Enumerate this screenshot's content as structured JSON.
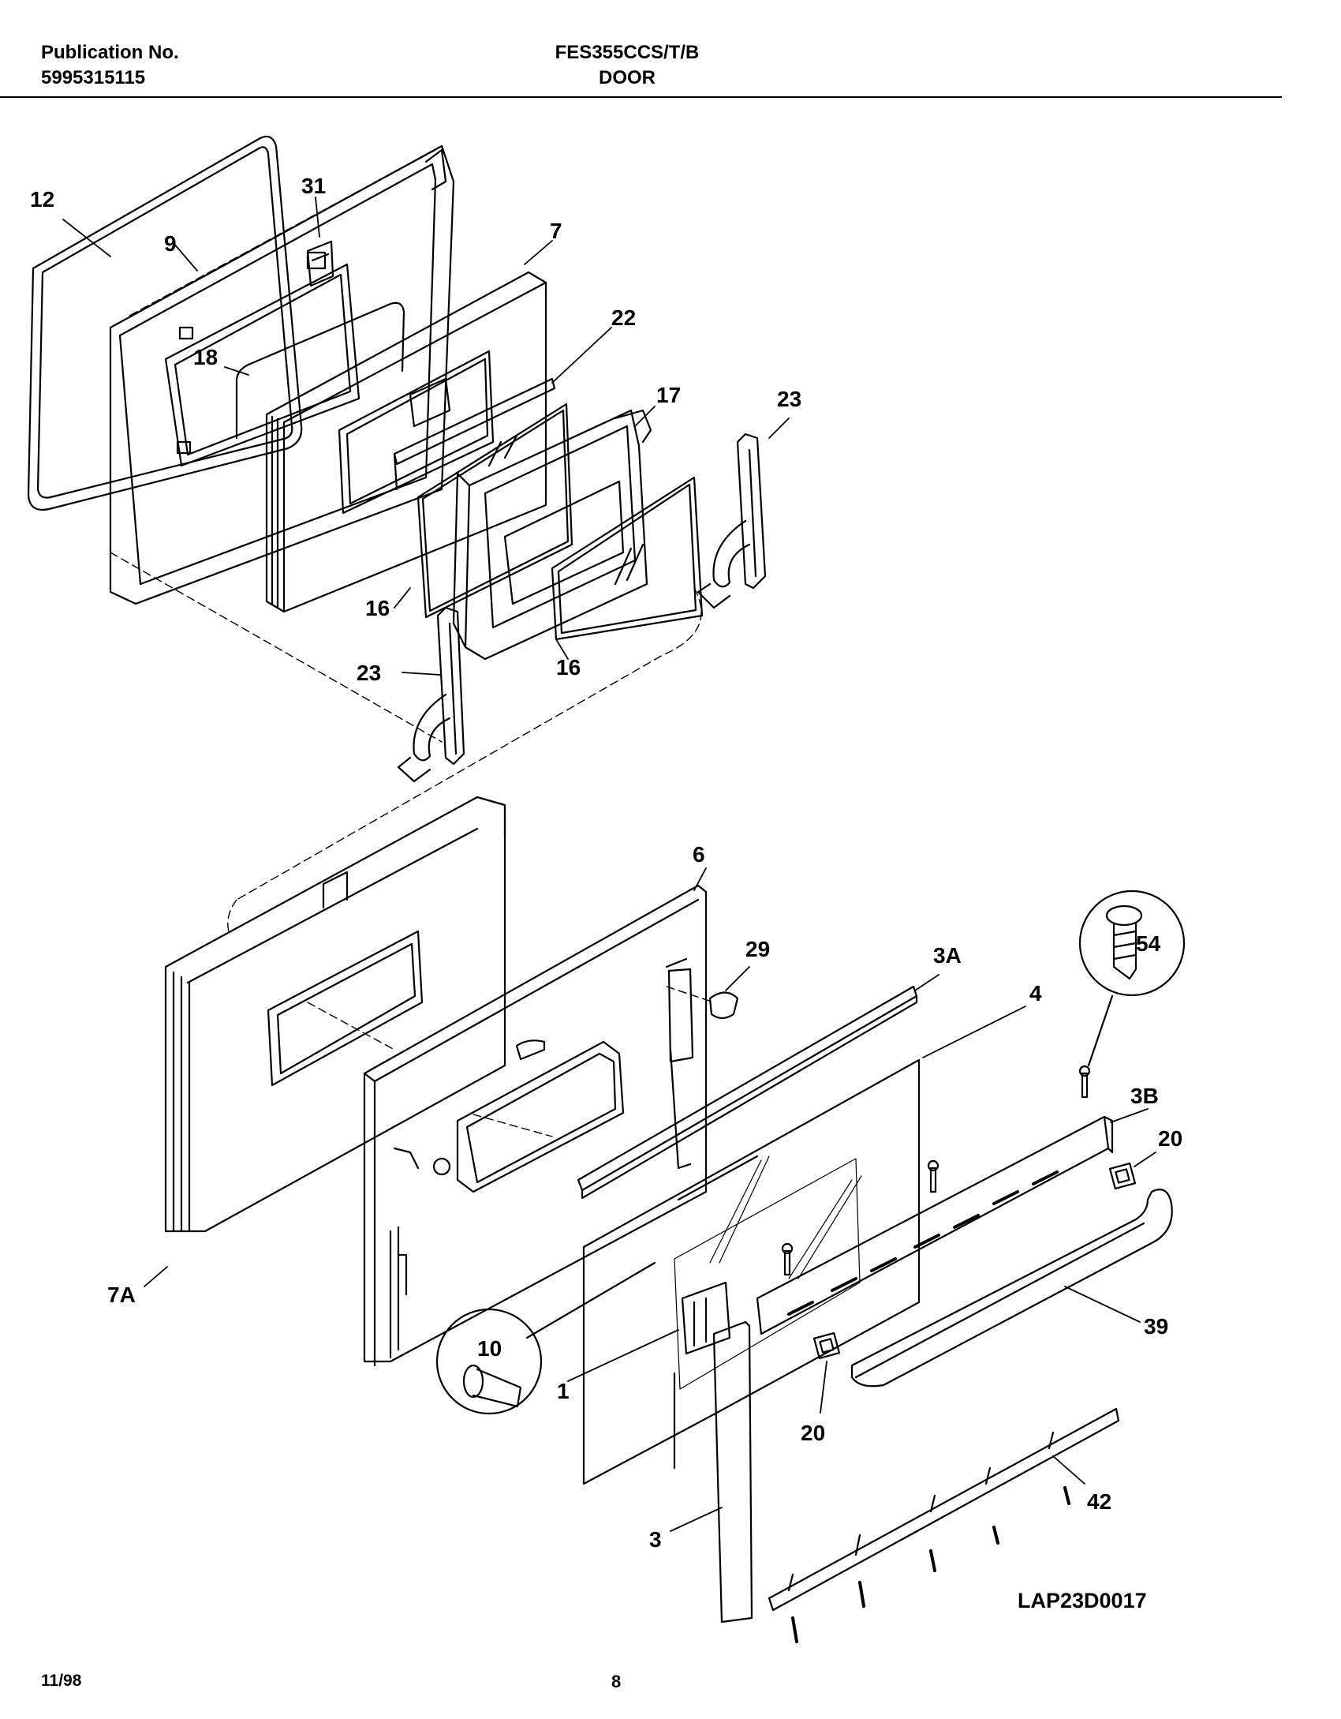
{
  "header": {
    "publication_label": "Publication No.",
    "publication_number": "5995315115",
    "model": "FES355CCS/T/B",
    "section": "DOOR"
  },
  "footer": {
    "date": "11/98",
    "page": "8",
    "drawing_code": "LAP23D0017"
  },
  "callouts": {
    "c12": "12",
    "c9": "9",
    "c31": "31",
    "c7": "7",
    "c18": "18",
    "c22": "22",
    "c17": "17",
    "c23a": "23",
    "c16a": "16",
    "c16b": "16",
    "c23b": "23",
    "c6": "6",
    "c29": "29",
    "c3A": "3A",
    "c4": "4",
    "c54": "54",
    "c3B": "3B",
    "c20a": "20",
    "c7A": "7A",
    "c10": "10",
    "c1": "1",
    "c39": "39",
    "c20b": "20",
    "c42": "42",
    "c3": "3"
  }
}
